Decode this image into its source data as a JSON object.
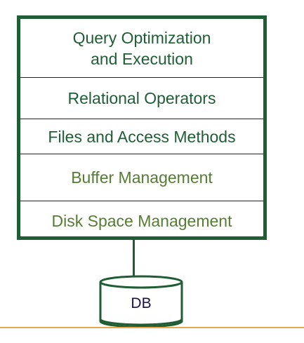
{
  "layers": [
    {
      "line1": "Query Optimization",
      "line2": "and Execution"
    },
    {
      "label": "Relational Operators"
    },
    {
      "label": "Files and Access Methods"
    },
    {
      "label": "Buffer Management"
    },
    {
      "label": "Disk Space Management"
    }
  ],
  "database": {
    "label": "DB"
  },
  "colors": {
    "frame": "#1f5e35",
    "text_dark": "#1f5e35",
    "text_light": "#557c33",
    "db_text": "#1c0f4c",
    "baseline": "#e5a94a"
  }
}
